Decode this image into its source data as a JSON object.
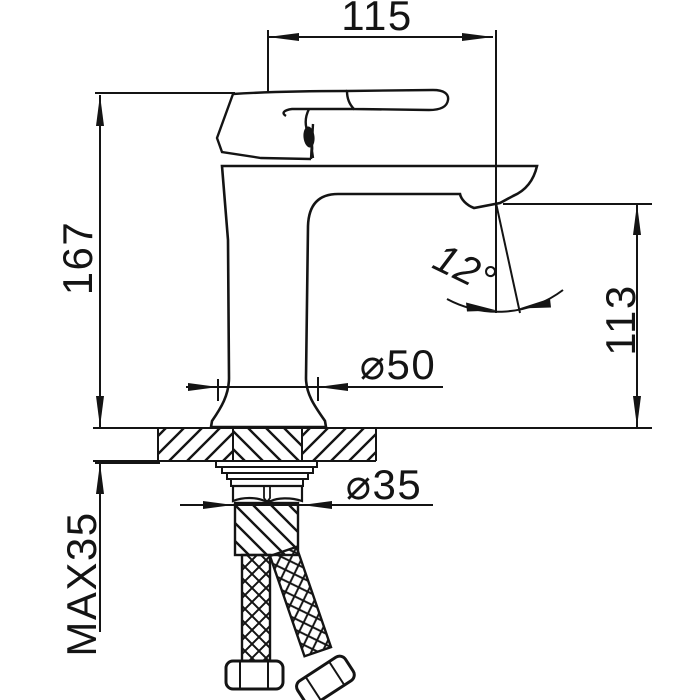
{
  "drawing": {
    "title": "Basin faucet installation dimensions (side view technical drawing)",
    "background_color": "#ffffff",
    "line_color": "#141414"
  },
  "dims": {
    "spout_reach": {
      "label": "115"
    },
    "total_height": {
      "label": "167"
    },
    "outlet_height": {
      "label": "113"
    },
    "spout_angle": {
      "label": "12°"
    },
    "base_diameter": {
      "label": "⌀50"
    },
    "shank_diameter": {
      "label": "⌀35"
    },
    "max_thickness": {
      "label": "MAX35"
    }
  }
}
